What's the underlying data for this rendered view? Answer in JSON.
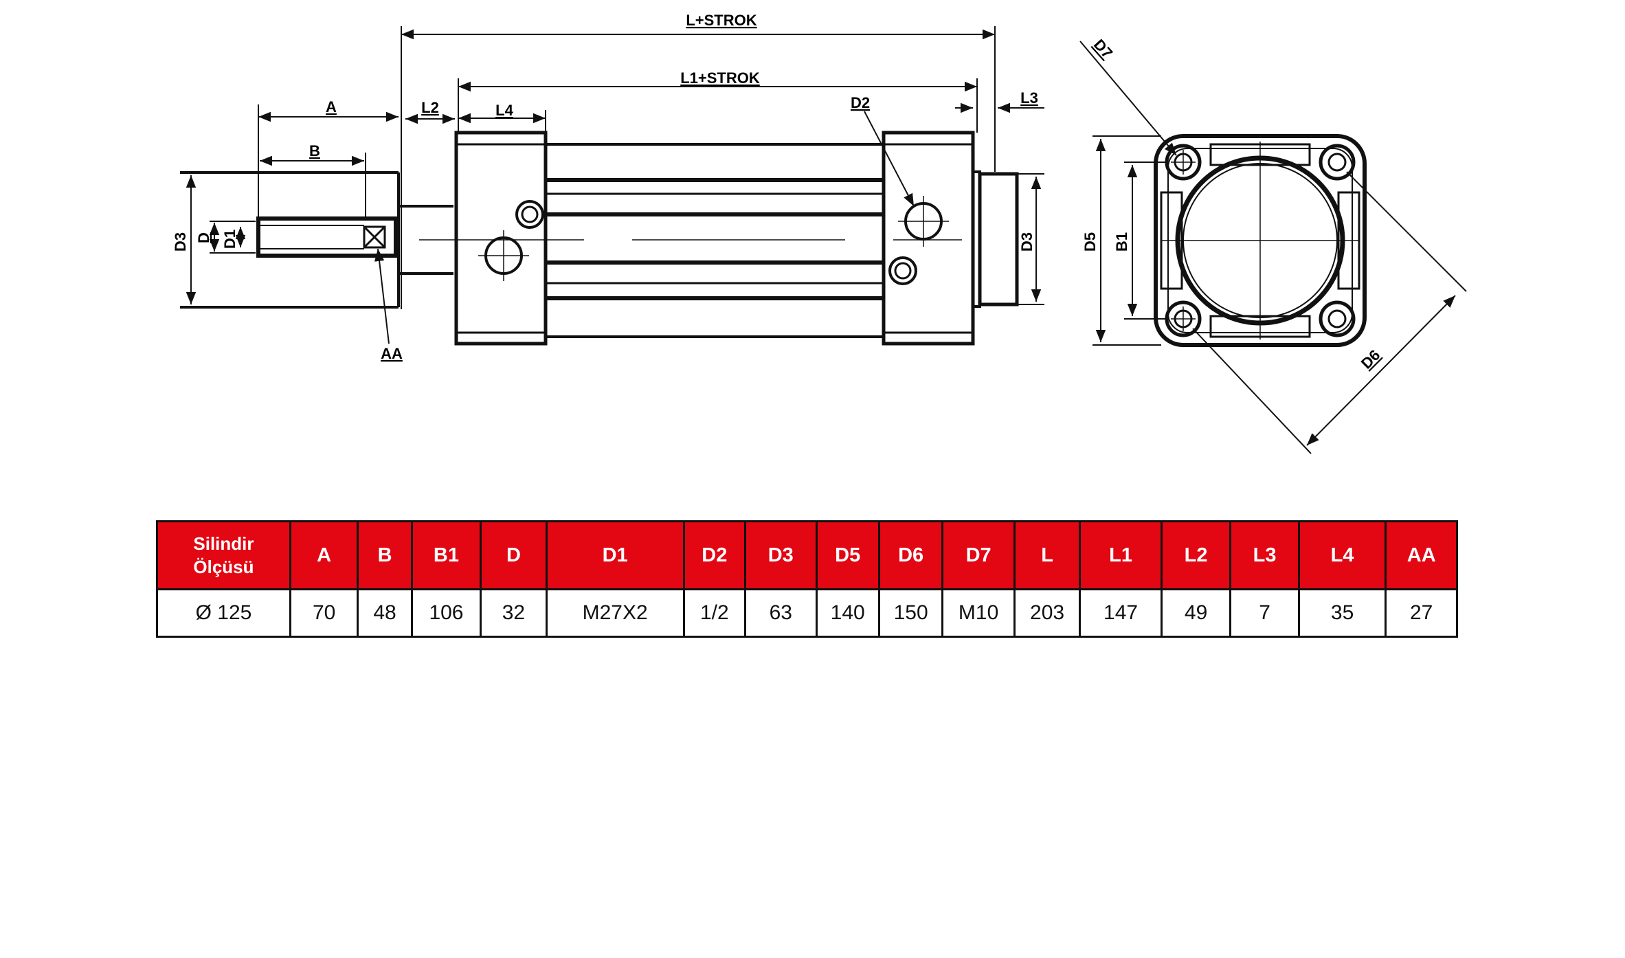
{
  "drawing": {
    "labels": {
      "L_STROK": "L+STROK",
      "L1_STROK": "L1+STROK",
      "A": "A",
      "B": "B",
      "L2": "L2",
      "L4": "L4",
      "D2": "D2",
      "L3": "L3",
      "D3_left": "D3",
      "D": "D",
      "D1": "D1",
      "AA": "AA",
      "D3_right": "D3",
      "D7": "D7",
      "D5": "D5",
      "B1": "B1",
      "D6": "D6"
    },
    "line_color": "#111111"
  },
  "table": {
    "header_color": "#e30613",
    "first_header_line1": "Silindir",
    "first_header_line2": "Ölçüsü",
    "headers": [
      "A",
      "B",
      "B1",
      "D",
      "D1",
      "D2",
      "D3",
      "D5",
      "D6",
      "D7",
      "L",
      "L1",
      "L2",
      "L3",
      "L4",
      "AA"
    ],
    "row": [
      "Ø 125",
      "70",
      "48",
      "106",
      "32",
      "M27X2",
      "1/2",
      "63",
      "140",
      "150",
      "M10",
      "203",
      "147",
      "49",
      "7",
      "35",
      "27"
    ]
  }
}
